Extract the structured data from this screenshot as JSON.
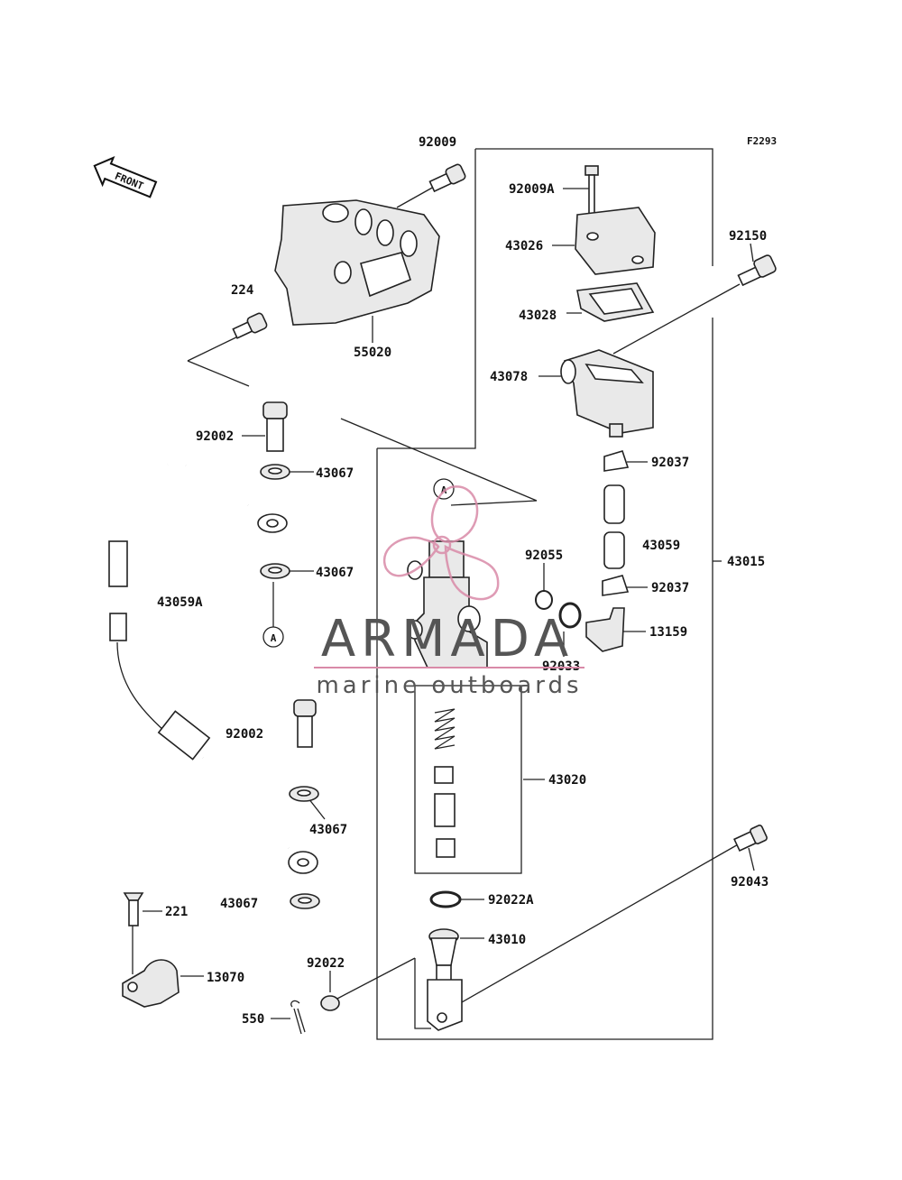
{
  "diagram_code": "F2293",
  "front_label": "FRONT",
  "circle_ref": "A",
  "watermark": {
    "name": "ARMADA",
    "tagline": "marine outboards",
    "accent_color": "#d98aa8",
    "text_color": "#555555"
  },
  "parts": {
    "p92009": "92009",
    "p92009A": "92009A",
    "p43026": "43026",
    "p92150": "92150",
    "p224": "224",
    "p43028": "43028",
    "p55020": "55020",
    "p43078": "43078",
    "p92002a": "92002",
    "p92037a": "92037",
    "p43067a": "43067",
    "p92055": "92055",
    "p43059": "43059",
    "p43015": "43015",
    "p43067b": "43067",
    "p43059A": "43059A",
    "p92037b": "92037",
    "p13159": "13159",
    "p92033": "92033",
    "p92002b": "92002",
    "p43020": "43020",
    "p43067c": "43067",
    "p92043": "92043",
    "p43067d": "43067",
    "p92022A": "92022A",
    "p221": "221",
    "p43010": "43010",
    "p92022": "92022",
    "p13070": "13070",
    "p550": "550"
  }
}
